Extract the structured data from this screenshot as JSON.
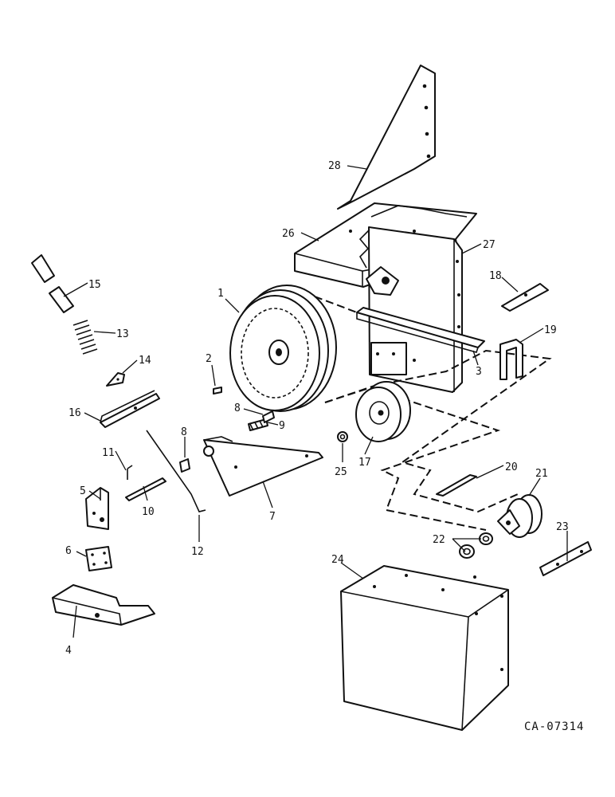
{
  "diagram": {
    "reference_code": "CA-07314",
    "callouts": [
      "1",
      "2",
      "3",
      "4",
      "5",
      "6",
      "7",
      "8",
      "9",
      "10",
      "11",
      "12",
      "13",
      "14",
      "15",
      "16",
      "17",
      "18",
      "19",
      "20",
      "21",
      "22",
      "23",
      "24",
      "25",
      "26",
      "27",
      "28"
    ]
  }
}
